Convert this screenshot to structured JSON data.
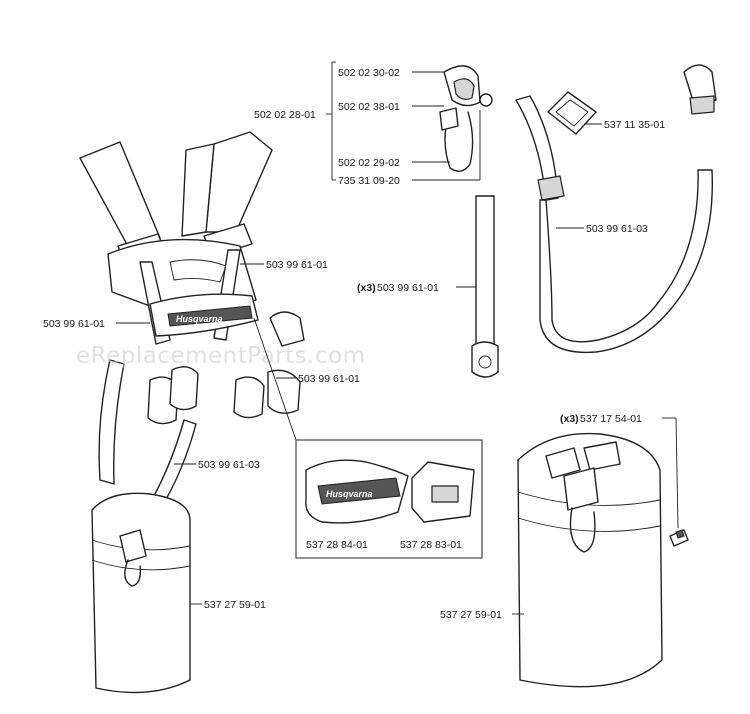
{
  "watermark": "eReplacementParts.com",
  "brand": "Husqvarna",
  "labels": {
    "clip_group_1": "502 02 30-02",
    "clip_group_2": "502 02 38-01",
    "clip_group_3": "502 02 29-02",
    "clip_group_4": "735 31 09-20",
    "clip_assembly": "502 02 28-01",
    "buckle": "537 11 35-01",
    "tube_right": "503 99 61-03",
    "strap_qty": "(x3)",
    "strap": "503 99 61-01",
    "harness_upper": "503 99 61-01",
    "harness_left": "503 99 61-01",
    "harness_lower": "503 99 61-01",
    "tube_left": "503 99 61-03",
    "pad_left": "537 28 84-01",
    "pad_right": "537 28 83-01",
    "bag_left": "537 27 59-01",
    "screw_qty": "(x3)",
    "screw": "537 17 54-01",
    "bag_right": "537 27 59-01"
  }
}
